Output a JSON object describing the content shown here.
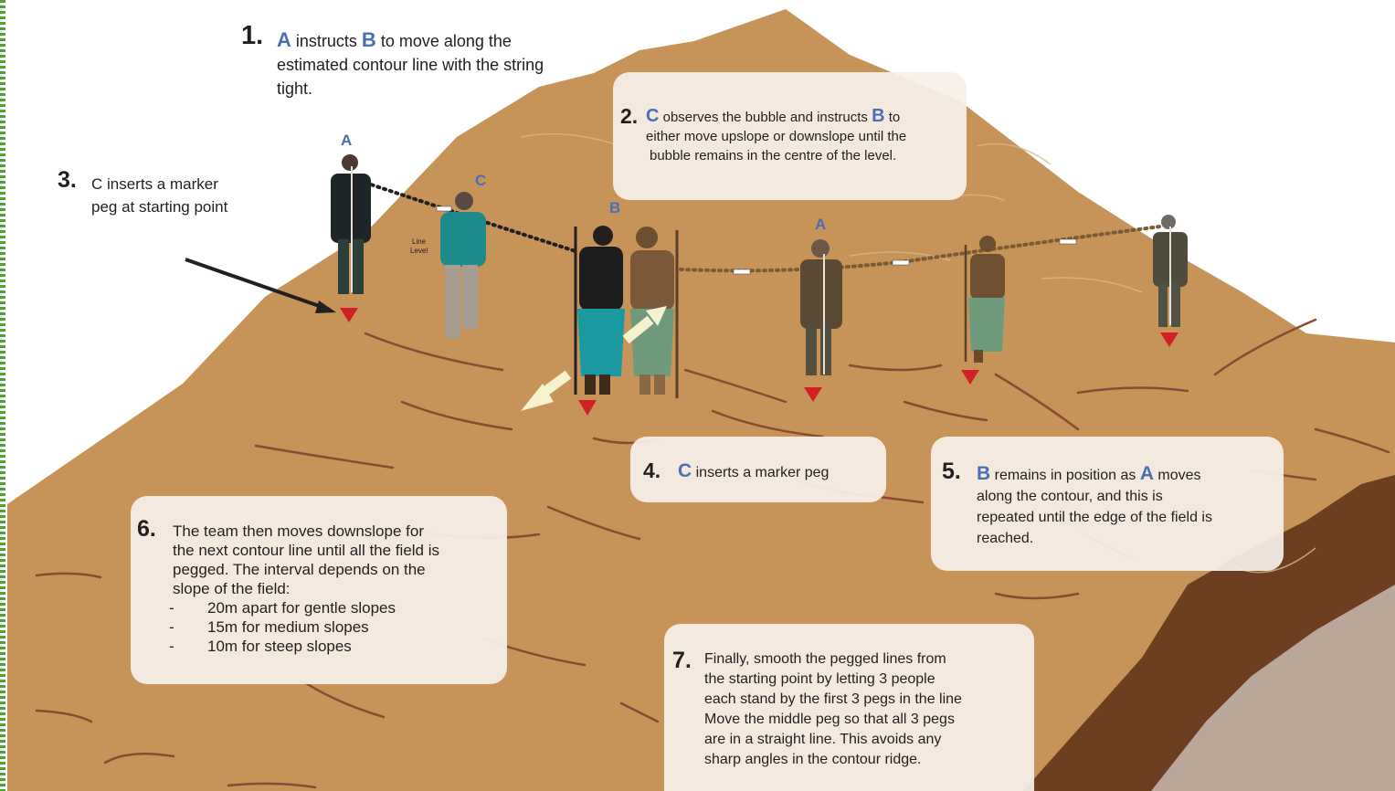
{
  "steps": {
    "s1": {
      "num": "1.",
      "a": "A",
      "t1": " instructs ",
      "b": "B",
      "t2": " to move along the",
      "l2": "estimated contour line with the string",
      "l3": "tight."
    },
    "s2": {
      "num": "2.",
      "c": "C",
      "t1": " observes the bubble and instructs ",
      "b": "B",
      "t2": " to",
      "l2": "either move upslope or downslope until the",
      "l3": "bubble remains in the centre of the level."
    },
    "s3": {
      "num": "3.",
      "l1": "C inserts a marker",
      "l2": "peg at starting point"
    },
    "s4": {
      "num": "4.",
      "c": "C",
      "t1": " inserts a marker peg"
    },
    "s5": {
      "num": "5.",
      "b": "B",
      "t1": " remains in position as ",
      "a": "A",
      "t2": " moves",
      "l2": "along the contour, and this is",
      "l3": "repeated until the edge of the field is",
      "l4": "reached."
    },
    "s6": {
      "num": "6.",
      "l1": "The team then moves downslope for",
      "l2": "the next contour line until all the field is",
      "l3": "pegged. The interval depends on the",
      "l4": "slope of the field:",
      "bullets": [
        {
          "dash": "-",
          "text": "20m apart for gentle slopes"
        },
        {
          "dash": "-",
          "text": "15m for medium slopes"
        },
        {
          "dash": "-",
          "text": "10m for steep slopes"
        }
      ]
    },
    "s7": {
      "num": "7.",
      "l1": "Finally, smooth the pegged lines from",
      "l2": "the starting point by letting 3 people",
      "l3": "each stand by the first 3 pegs in the line",
      "l4": "Move the middle peg so that all 3 pegs",
      "l5": "are in a straight line. This avoids any",
      "l6": "sharp angles in the contour ridge."
    }
  },
  "figures": {
    "a1": "A",
    "c1": "C",
    "b1": "B",
    "a2": "A",
    "line_level_1": "Line",
    "line_level_2": "Level"
  },
  "colors": {
    "hill": "#c69358",
    "contour": "#8a4a33",
    "soil": "#6b3f1f",
    "rock": "#b9a79a",
    "accent": "#4a6fb5",
    "peg": "#d32027",
    "arrow": "#f6f1cf",
    "border": "#4ea531"
  }
}
